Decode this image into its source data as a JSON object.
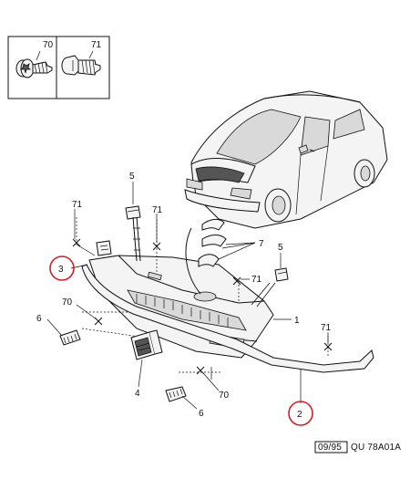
{
  "inset": {
    "screw_a_number": "70",
    "screw_b_number": "71"
  },
  "callouts": {
    "c1": "1",
    "c2": "2",
    "c3": "3",
    "c4": "4",
    "c5a": "5",
    "c5b": "5",
    "c6a": "6",
    "c6b": "6",
    "c7": "7",
    "c70a": "70",
    "c70b": "70",
    "c71a": "71",
    "c71b": "71",
    "c71c": "71",
    "c71d": "71"
  },
  "reference": {
    "date": "09/95",
    "code": "QU 78A01A"
  },
  "colors": {
    "highlight_circle": "#d21f2a",
    "line": "#111111"
  }
}
